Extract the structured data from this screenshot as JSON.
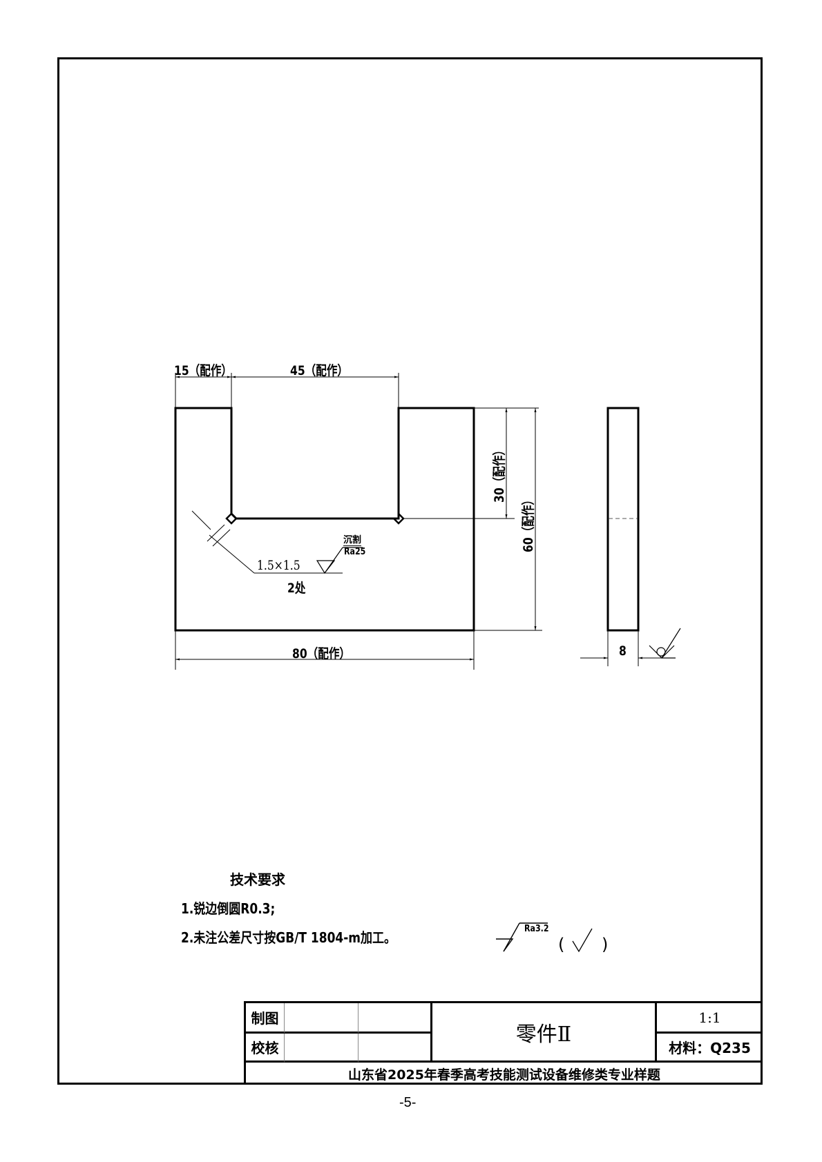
{
  "drawing": {
    "front_view": {
      "dim_left_width": "15（配作）",
      "dim_slot_width": "45（配作）",
      "dim_slot_depth": "30（配作）",
      "dim_height": "60（配作）",
      "dim_total_width": "80（配作）",
      "chamfer_label": "1.5×1.5",
      "chamfer_count": "2处",
      "surface_process": "沉割",
      "surface_roughness": "Ra25"
    },
    "side_view": {
      "dim_thickness": "8"
    }
  },
  "technical_requirements": {
    "title": "技术要求",
    "items": [
      "1.锐边倒圆R0.3;",
      "2.未注公差尺寸按GB/T 1804-m加工。"
    ]
  },
  "general_roughness": {
    "value": "Ra3.2",
    "suffix": "（ √ ）"
  },
  "title_block": {
    "drawn_label": "制图",
    "checked_label": "校核",
    "part_name": "零件Ⅱ",
    "scale": "1:1",
    "material": "材料：Q235",
    "footer": "山东省2025年春季高考技能测试设备维修类专业样题"
  },
  "page": {
    "number": "-5-"
  }
}
